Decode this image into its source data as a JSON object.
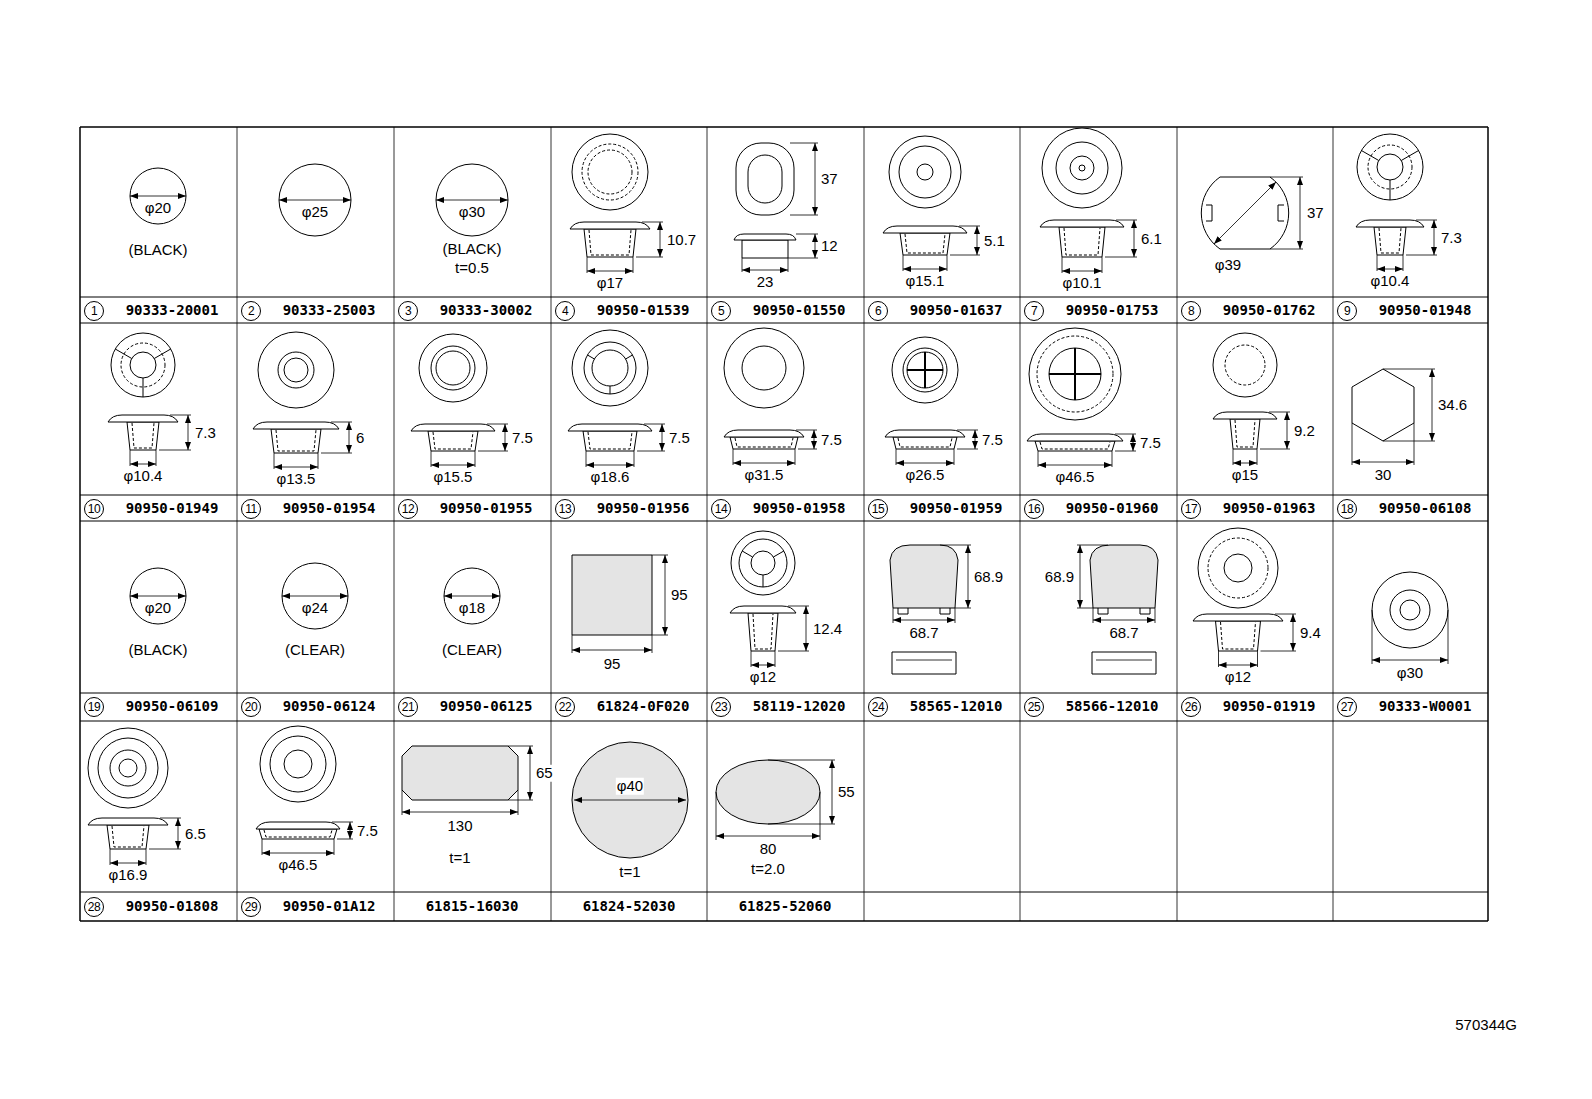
{
  "diagram": {
    "labels": [
      "φ20",
      "(BLACK)",
      "1",
      "90333-20001",
      "φ25",
      "2",
      "90333-25003",
      "φ30",
      "(BLACK)",
      "t=0.5",
      "3",
      "90333-30002",
      "10.7",
      "φ17",
      "4",
      "90950-01539",
      "37",
      "12",
      "23",
      "5",
      "90950-01550",
      "5.1",
      "φ15.1",
      "6",
      "90950-01637",
      "6.1",
      "φ10.1",
      "7",
      "90950-01753",
      "37",
      "φ39",
      "8",
      "90950-01762",
      "7.3",
      "φ10.4",
      "9",
      "90950-01948",
      "7.3",
      "φ10.4",
      "10",
      "90950-01949",
      "6",
      "φ13.5",
      "11",
      "90950-01954",
      "7.5",
      "φ15.5",
      "12",
      "90950-01955",
      "7.5",
      "φ18.6",
      "13",
      "90950-01956",
      "7.5",
      "φ31.5",
      "14",
      "90950-01958",
      "7.5",
      "φ26.5",
      "15",
      "90950-01959",
      "7.5",
      "φ46.5",
      "16",
      "90950-01960",
      "9.2",
      "φ15",
      "17",
      "90950-01963",
      "34.6",
      "30",
      "18",
      "90950-06108",
      "φ20",
      "(BLACK)",
      "19",
      "90950-06109",
      "φ24",
      "(CLEAR)",
      "20",
      "90950-06124",
      "φ18",
      "(CLEAR)",
      "21",
      "90950-06125",
      "95",
      "95",
      "22",
      "61824-0F020",
      "12.4",
      "φ12",
      "23",
      "58119-12020",
      "68.9",
      "68.7",
      "24",
      "58565-12010",
      "68.9",
      "68.7",
      "25",
      "58566-12010",
      "9.4",
      "φ12",
      "26",
      "90950-01919",
      "φ30",
      "27",
      "90333-W0001",
      "6.5",
      "φ16.9",
      "28",
      "90950-01808",
      "7.5",
      "φ46.5",
      "29",
      "90950-01A12",
      "65",
      "130",
      "t=1",
      "61815-16030",
      "φ40",
      "t=1",
      "61824-52030",
      "55",
      "80",
      "t=2.0",
      "61825-52060",
      "570344G"
    ]
  }
}
